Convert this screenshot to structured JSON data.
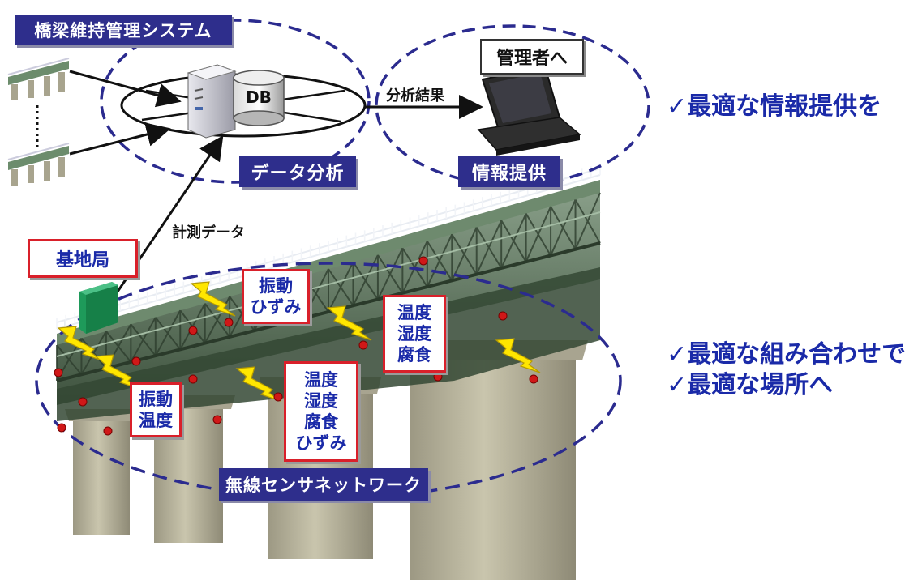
{
  "system_label": "橋梁維持管理システム",
  "db_label": "DB",
  "analysis_result_label": "分析結果",
  "admin_label": "管理者へ",
  "data_analysis_label": "データ分析",
  "info_provide_label": "情報提供",
  "measurement_data_label": "計測データ",
  "base_station_label": "基地局",
  "wsn_label": "無線センサネットワーク",
  "sensor_boxes": {
    "box1": [
      "振動",
      "ひずみ"
    ],
    "box2": [
      "温度",
      "湿度",
      "腐食"
    ],
    "box3": [
      "振動",
      "温度"
    ],
    "box4": [
      "温度",
      "湿度",
      "腐食",
      "ひずみ"
    ]
  },
  "notes": {
    "note1": "✓最適な情報提供を",
    "note2": "✓最適な組み合わせで",
    "note3": "✓最適な場所へ"
  },
  "colors": {
    "navy": "#2e2e8c",
    "dash_blue": "#2b2b8f",
    "accent_blue": "#1a2aa8",
    "sensor_red": "#d9202a",
    "truss_green": "#5c7a5c",
    "pier_gray": "#b7b39c"
  }
}
